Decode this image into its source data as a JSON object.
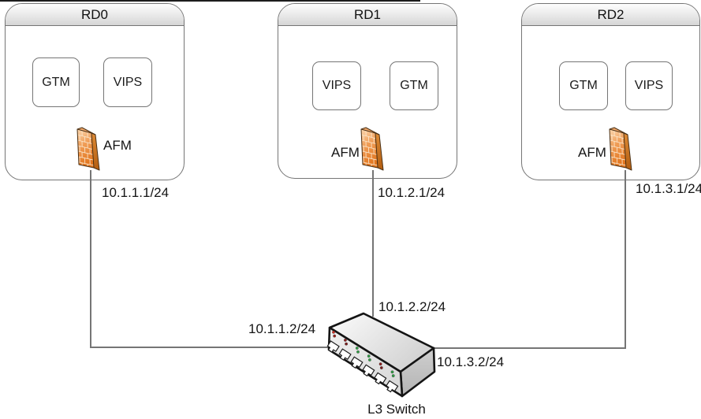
{
  "colors": {
    "line": "#757575",
    "box_border": "#757575",
    "firewall_front_light": "#fbd8b0",
    "firewall_front_mid": "#f09e58",
    "firewall_front_dark": "#e2761f",
    "firewall_side_light": "#dd8a35",
    "firewall_side_dark": "#b35d10",
    "firewall_top": "#f3aa6b",
    "switch_top_light": "#fcfcfc",
    "switch_top_dark": "#d2d2d2",
    "switch_front_light": "#f0f0f0",
    "switch_front_dark": "#d6d6d6",
    "switch_side_light": "#cfcfcf",
    "switch_side_dark": "#b3b3b3"
  },
  "domains": [
    {
      "title": "RD0",
      "boxes": [
        "GTM",
        "VIPS"
      ],
      "afm_label": "AFM",
      "self_ip": "10.1.1.1/24",
      "switch_ip": "10.1.1.2/24"
    },
    {
      "title": "RD1",
      "boxes": [
        "VIPS",
        "GTM"
      ],
      "afm_label": "AFM",
      "self_ip": "10.1.2.1/24",
      "switch_ip": "10.1.2.2/24"
    },
    {
      "title": "RD2",
      "boxes": [
        "GTM",
        "VIPS"
      ],
      "afm_label": "AFM",
      "self_ip": "10.1.3.1/24",
      "switch_ip": "10.1.3.2/24"
    }
  ],
  "switch": {
    "label": "L3 Switch",
    "port_count": 6,
    "leds": [
      [
        "#cf2b20",
        "#9e1f1a"
      ],
      [
        "#8f1f1f",
        "#7a1a1a"
      ],
      [
        "#2f9e44",
        "#2f9e44"
      ],
      [
        "#2f9e44",
        "#2f9e44"
      ],
      [
        "#8f1f1f",
        "#7a1a1a"
      ],
      [
        "#2f9e44",
        "#2f9e44"
      ]
    ]
  }
}
